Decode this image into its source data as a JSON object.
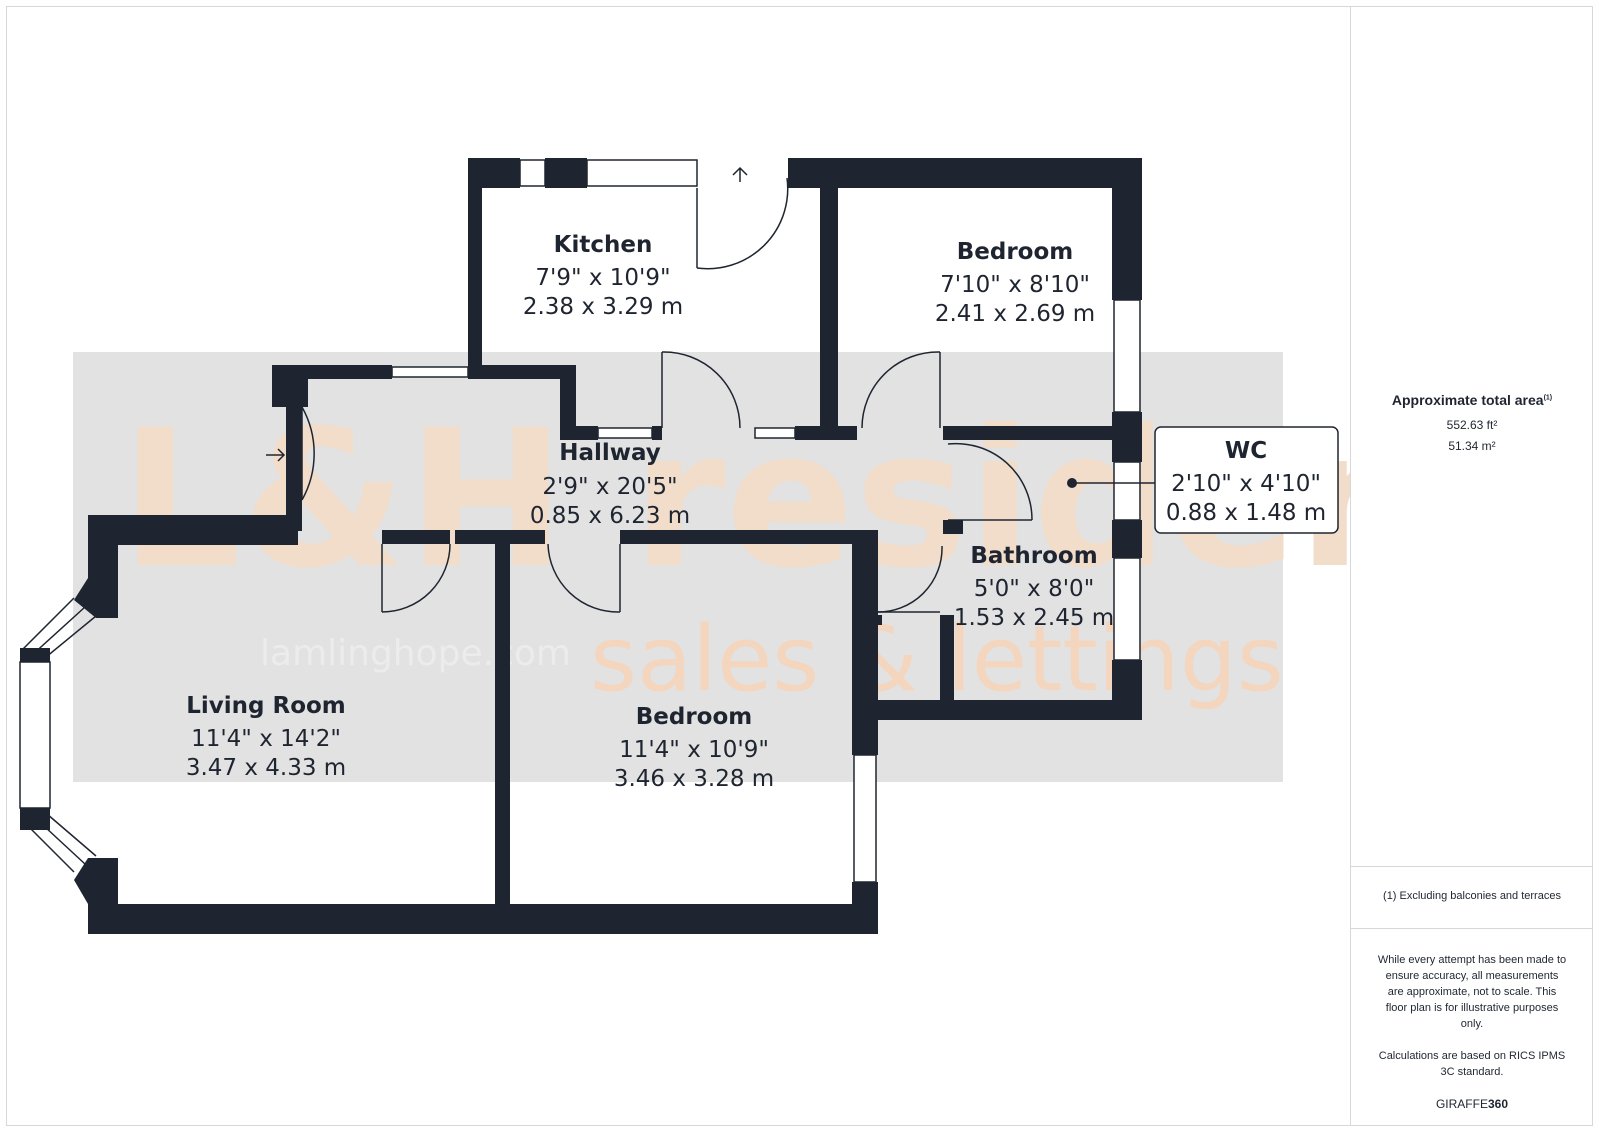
{
  "watermark": {
    "brand_main": "L&H residential",
    "brand_sub": "sales & lettings",
    "website": "lamlinghope.com"
  },
  "rooms": [
    {
      "id": "kitchen",
      "name": "Kitchen",
      "imperial": "7'9\" x 10'9\"",
      "metric": "2.38 x 3.29 m"
    },
    {
      "id": "bedroom-1",
      "name": "Bedroom",
      "imperial": "7'10\" x 8'10\"",
      "metric": "2.41 x 2.69 m"
    },
    {
      "id": "hallway",
      "name": "Hallway",
      "imperial": "2'9\" x 20'5\"",
      "metric": "0.85 x 6.23 m"
    },
    {
      "id": "wc",
      "name": "WC",
      "imperial": "2'10\" x 4'10\"",
      "metric": "0.88 x 1.48 m"
    },
    {
      "id": "bathroom",
      "name": "Bathroom",
      "imperial": "5'0\" x 8'0\"",
      "metric": "1.53 x 2.45 m"
    },
    {
      "id": "living-room",
      "name": "Living Room",
      "imperial": "11'4\" x 14'2\"",
      "metric": "3.47 x 4.33 m"
    },
    {
      "id": "bedroom-2",
      "name": "Bedroom",
      "imperial": "11'4\" x 10'9\"",
      "metric": "3.46 x 3.28 m"
    }
  ],
  "sidebar": {
    "area_title": "Approximate total area",
    "area_note_mark": "(1)",
    "area_ft": "552.63 ft²",
    "area_m": "51.34 m²",
    "footnote": "(1) Excluding balconies and terraces",
    "disclaimer": "While every attempt has been made to ensure accuracy, all measurements are approximate, not to scale. This floor plan is for illustrative purposes only.",
    "calc_note": "Calculations are based on RICS IPMS 3C standard.",
    "brand_light": "GIRAFFE",
    "brand_bold": "360"
  },
  "colors": {
    "wall": "#1f2530",
    "watermark_band": "#e2e2e2",
    "watermark_orange": "#f2c9a6",
    "text": "#1f2530"
  }
}
